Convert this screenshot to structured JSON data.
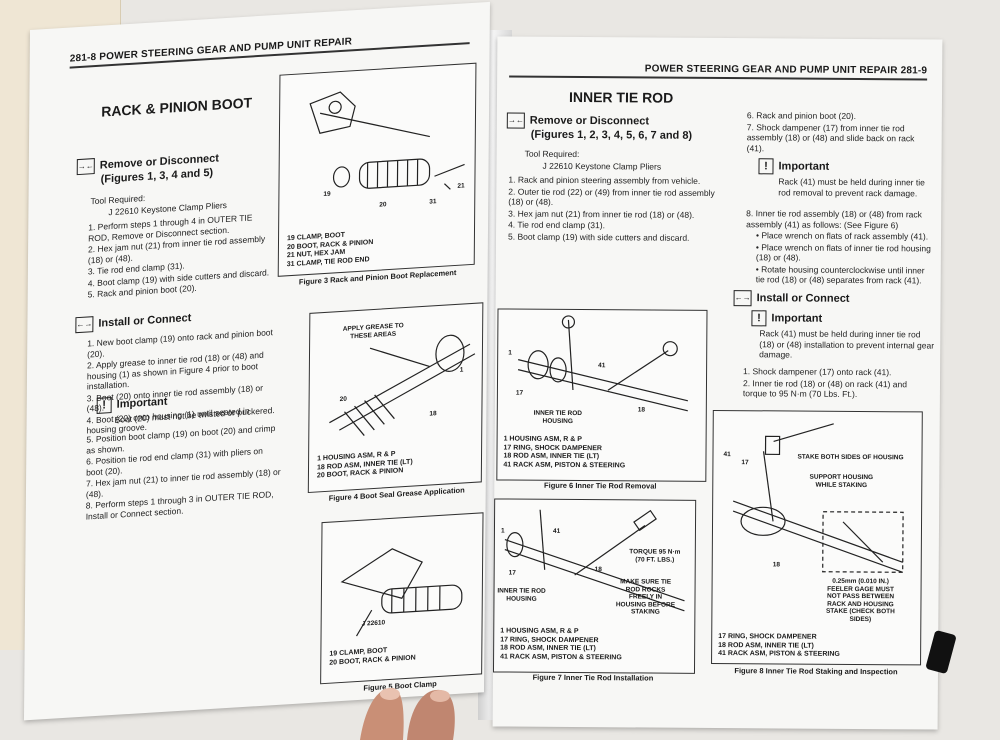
{
  "left_page": {
    "header": "281-8   POWER STEERING GEAR AND PUMP UNIT REPAIR",
    "title": "RACK & PINION BOOT",
    "remove": {
      "badge": "→←",
      "heading_line1": "Remove or Disconnect",
      "heading_line2": "(Figures 1, 3, 4 and 5)",
      "tool_label": "Tool Required:",
      "tool": "J 22610 Keystone Clamp Pliers",
      "steps": [
        "1. Perform steps 1 through 4 in OUTER TIE ROD, Remove or Disconnect section.",
        "2. Hex jam nut (21) from inner tie rod assembly (18) or (48).",
        "3. Tie rod end clamp (31).",
        "4. Boot clamp (19) with side cutters and discard.",
        "5. Rack and pinion boot (20)."
      ]
    },
    "install": {
      "badge": "←→",
      "heading": "Install or Connect",
      "steps": [
        "1. New boot clamp (19) onto rack and pinion boot (20).",
        "2. Apply grease to inner tie rod (18) or (48) and housing (1) as shown in Figure 4 prior to boot installation.",
        "3. Boot (20) onto inner tie rod assembly (18) or (48).",
        "4. Boot (20) onto housing (1) until seated in housing groove."
      ],
      "important_heading": "Important",
      "important_text": "Boot (20) must not be twisted or puckered.",
      "steps2": [
        "5. Position boot clamp (19) on boot (20) and crimp as shown.",
        "6. Position tie rod end clamp (31) with pliers on boot (20).",
        "7. Hex jam nut (21) to inner tie rod assembly (18) or (48).",
        "8. Perform steps 1 through 3 in OUTER TIE ROD, Install or Connect section."
      ]
    },
    "fig3": {
      "caption": "Figure 3 Rack and Pinion Boot Replacement",
      "legend": [
        "19 CLAMP, BOOT",
        "20 BOOT, RACK & PINION",
        "21 NUT, HEX JAM",
        "31 CLAMP, TIE ROD END"
      ],
      "labels": {
        "a": "19",
        "b": "20",
        "c": "31",
        "d": "21"
      }
    },
    "fig4": {
      "caption": "Figure 4 Boot Seal Grease Application",
      "callout": "APPLY GREASE TO THESE AREAS",
      "legend": [
        "1 HOUSING ASM, R & P",
        "18 ROD ASM, INNER TIE (LT)",
        "20 BOOT, RACK & PINION"
      ],
      "labels": {
        "a": "20",
        "b": "18",
        "c": "1"
      }
    },
    "fig5": {
      "caption": "Figure 5 Boot Clamp",
      "tool": "J 22610",
      "legend": [
        "19 CLAMP, BOOT",
        "20 BOOT, RACK & PINION"
      ]
    }
  },
  "right_page": {
    "header": "POWER STEERING GEAR AND PUMP UNIT REPAIR   281-9",
    "title": "INNER TIE ROD",
    "remove": {
      "badge": "→←",
      "heading_line1": "Remove or Disconnect",
      "heading_line2": "(Figures 1, 2, 3, 4, 5, 6, 7 and 8)",
      "tool_label": "Tool Required:",
      "tool": "J 22610 Keystone Clamp Pliers",
      "steps": [
        "1. Rack and pinion steering assembly from vehicle.",
        "2. Outer tie rod (22) or (49) from inner tie rod assembly (18) or (48).",
        "3. Hex jam nut (21) from inner tie rod (18) or (48).",
        "4. Tie rod end clamp (31).",
        "5. Boot clamp (19) with side cutters and discard."
      ]
    },
    "col2": {
      "steps": [
        "6. Rack and pinion boot (20).",
        "7. Shock dampener (17) from inner tie rod assembly (18) or (48) and slide back on rack (41)."
      ],
      "important_heading": "Important",
      "important_text": "Rack (41) must be held during inner tie rod removal to prevent rack damage.",
      "step8": "8. Inner tie rod assembly (18) or (48) from rack assembly (41) as follows: (See Figure 6)",
      "bullets": [
        "• Place wrench on flats of rack assembly (41).",
        "• Place wrench on flats of inner tie rod housing (18) or (48).",
        "• Rotate housing counterclockwise until inner tie rod (18) or (48) separates from rack (41)."
      ],
      "install_badge": "←→",
      "install_heading": "Install or Connect",
      "important2_heading": "Important",
      "important2_text": "Rack (41) must be held during inner tie rod (18) or (48) installation to prevent internal gear damage.",
      "install_steps": [
        "1. Shock dampener (17) onto rack (41).",
        "2. Inner tie rod (18) or (48) on rack (41) and torque to 95 N·m (70 Lbs. Ft.)."
      ]
    },
    "fig6": {
      "caption": "Figure 6 Inner Tie Rod Removal",
      "callout": "INNER TIE ROD HOUSING",
      "legend": [
        "1 HOUSING ASM, R & P",
        "17 RING, SHOCK DAMPENER",
        "18 ROD ASM, INNER TIE (LT)",
        "41 RACK ASM, PISTON & STEERING"
      ],
      "labels": {
        "a": "1",
        "b": "17",
        "c": "41",
        "d": "18"
      }
    },
    "fig7": {
      "caption": "Figure 7 Inner Tie Rod Installation",
      "callout1": "TORQUE 95 N·m (70 FT. LBS.)",
      "callout2": "INNER TIE ROD HOUSING",
      "callout3": "MAKE SURE TIE ROD ROCKS FREELY IN HOUSING BEFORE STAKING",
      "legend": [
        "1 HOUSING ASM, R & P",
        "17 RING, SHOCK DAMPENER",
        "18 ROD ASM, INNER TIE (LT)",
        "41 RACK ASM, PISTON & STEERING"
      ],
      "labels": {
        "a": "1",
        "b": "17",
        "c": "41",
        "d": "18"
      }
    },
    "fig8": {
      "caption": "Figure 8 Inner Tie Rod Staking and Inspection",
      "callout1": "STAKE BOTH SIDES OF HOUSING",
      "callout2": "SUPPORT HOUSING WHILE STAKING",
      "callout3": "0.25mm (0.010 IN.) FEELER GAGE MUST NOT PASS BETWEEN RACK AND HOUSING STAKE (CHECK BOTH SIDES)",
      "legend": [
        "17 RING, SHOCK DAMPENER",
        "18 ROD ASM, INNER TIE (LT)",
        "41 RACK ASM, PISTON & STEERING"
      ],
      "labels": {
        "a": "41",
        "b": "17",
        "c": "18"
      }
    }
  }
}
